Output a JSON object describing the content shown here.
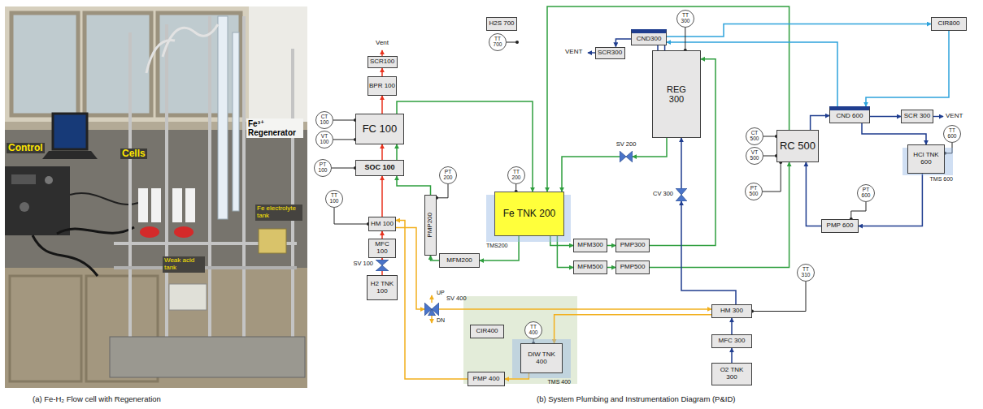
{
  "diagram": {
    "nodes": [
      {
        "text": [
          "H2S 700"
        ]
      },
      {
        "text": [
          "TT 700"
        ]
      },
      {
        "text": [
          "TT 300"
        ]
      },
      {
        "text": [
          "CND300"
        ]
      },
      {
        "text": [
          "SCR300"
        ]
      },
      {
        "text": [
          "REG 300"
        ]
      },
      {
        "text": [
          "CIR800"
        ]
      },
      {
        "text": [
          "SCR100"
        ]
      },
      {
        "text": [
          "BPR 100"
        ]
      },
      {
        "text": [
          "CT 100"
        ]
      },
      {
        "text": [
          "VT 100"
        ]
      },
      {
        "text": [
          "FC 100"
        ]
      },
      {
        "text": [
          "SOC 100"
        ]
      },
      {
        "text": [
          "PT 100"
        ]
      },
      {
        "text": [
          "TT 100"
        ]
      },
      {
        "text": [
          "HM 100"
        ]
      },
      {
        "text": [
          "MFC 100"
        ]
      },
      {
        "text": [
          "SV 100"
        ]
      },
      {
        "text": [
          "H2 TNK 100"
        ]
      },
      {
        "text": [
          "PT 200"
        ]
      },
      {
        "text": [
          "PMP200"
        ]
      },
      {
        "text": [
          "MFM200"
        ]
      },
      {
        "text": [
          "TT 200"
        ]
      },
      {
        "text": [
          "TMS200"
        ]
      },
      {
        "text": [
          "Fe TNK 200"
        ],
        "in": 23
      },
      {
        "text": [
          "SV 200"
        ]
      },
      {
        "text": [
          "CV 300"
        ]
      },
      {
        "text": [
          "MFM300"
        ]
      },
      {
        "text": [
          "PMP300"
        ]
      },
      {
        "text": [
          "MFM500"
        ]
      },
      {
        "text": [
          "PMP500"
        ]
      },
      {
        "text": [
          "CND 600"
        ]
      },
      {
        "text": [
          "SCR 300"
        ]
      },
      {
        "text": [
          "TT 600"
        ]
      },
      {
        "text": [
          "CT 500"
        ]
      },
      {
        "text": [
          "VT 500"
        ]
      },
      {
        "text": [
          "RC 500"
        ]
      },
      {
        "text": [
          "PT 500"
        ]
      },
      {
        "text": [
          "PT 600"
        ]
      },
      {
        "text": [
          "TMS 600"
        ]
      },
      {
        "text": [
          "HCl TNK 600"
        ],
        "in": 39
      },
      {
        "text": [
          "PMP 600"
        ]
      },
      {
        "text": [
          "TT 310"
        ]
      },
      {
        "text": [
          "SV 400"
        ]
      },
      {
        "text": [
          "CIR400"
        ]
      },
      {
        "text": [
          "TT 400"
        ]
      },
      {
        "text": [
          "TMS 400"
        ]
      },
      {
        "text": [
          "DIW TNK 400"
        ],
        "in": 46
      },
      {
        "text": [
          "PMP 400"
        ]
      },
      {
        "text": [
          "HM 300"
        ]
      },
      {
        "text": [
          "MFC 300"
        ]
      },
      {
        "text": [
          "O2 TNK 300"
        ]
      }
    ],
    "edges": [
      {
        "from": 18,
        "to": 17,
        "arrow": "none"
      },
      {
        "from": 17,
        "to": 16,
        "arrow": "to"
      },
      {
        "from": 16,
        "to": 15,
        "arrow": "to"
      },
      {
        "from": 15,
        "to": 12,
        "arrow": "to"
      },
      {
        "from": 12,
        "to": 11,
        "arrow": "to"
      },
      {
        "from": 11,
        "to": 8,
        "arrow": "to"
      },
      {
        "from": 8,
        "to": 7,
        "arrow": "to"
      },
      {
        "from": 12,
        "to": 11,
        "arrow": "to"
      },
      {
        "from": 11,
        "to": 24,
        "arrow": "to"
      },
      {
        "from": 24,
        "to": 21,
        "arrow": "to"
      },
      {
        "from": 21,
        "to": 20,
        "arrow": "to"
      },
      {
        "from": 20,
        "to": 12,
        "arrow": "to"
      },
      {
        "from": 24,
        "to": 27,
        "arrow": "to"
      },
      {
        "from": 27,
        "to": 28,
        "arrow": "to"
      },
      {
        "from": 28,
        "to": 5,
        "arrow": "to"
      },
      {
        "from": 24,
        "to": 29,
        "arrow": "to"
      },
      {
        "from": 29,
        "to": 30,
        "arrow": "to"
      },
      {
        "from": 30,
        "to": 36,
        "arrow": "to"
      },
      {
        "from": 5,
        "to": 25,
        "arrow": "to"
      },
      {
        "from": 25,
        "to": 24,
        "arrow": "to"
      },
      {
        "from": 36,
        "to": 24,
        "arrow": "to"
      },
      {
        "from": 5,
        "to": 3,
        "arrow": "none"
      },
      {
        "from": 3,
        "to": 5,
        "arrow": "none"
      },
      {
        "from": 3,
        "to": 4,
        "arrow": "to"
      },
      {
        "from": 36,
        "to": 31,
        "arrow": "to"
      },
      {
        "from": 31,
        "to": 32,
        "arrow": "to"
      },
      {
        "from": 31,
        "to": 40,
        "arrow": "to"
      },
      {
        "from": 40,
        "to": 41,
        "arrow": "to"
      },
      {
        "from": 41,
        "to": 36,
        "arrow": "to"
      },
      {
        "from": 3,
        "to": 6,
        "arrow": "to"
      },
      {
        "from": 6,
        "to": 31,
        "arrow": "to"
      },
      {
        "from": 31,
        "to": 3,
        "arrow": "to"
      },
      {
        "from": 51,
        "to": 50,
        "arrow": "to"
      },
      {
        "from": 50,
        "to": 49,
        "arrow": "to"
      },
      {
        "from": 49,
        "to": 26,
        "arrow": "to"
      },
      {
        "from": 26,
        "to": 5,
        "arrow": "to"
      },
      {
        "from": 47,
        "to": 48,
        "arrow": "to"
      },
      {
        "from": 48,
        "to": 15,
        "arrow": "to"
      },
      {
        "from": 15,
        "to": 43,
        "arrow": "to"
      },
      {
        "from": 43,
        "to": 49,
        "arrow": "to"
      },
      {
        "from": 49,
        "to": 47,
        "arrow": "to"
      },
      {
        "from": 9,
        "to": 11,
        "arrow": "none"
      },
      {
        "from": 10,
        "to": 11,
        "arrow": "none"
      },
      {
        "from": 13,
        "to": 12,
        "arrow": "none"
      },
      {
        "from": 14,
        "to": 15,
        "arrow": "none"
      },
      {
        "from": 19,
        "to": 20,
        "arrow": "none"
      },
      {
        "from": 22,
        "to": 24,
        "arrow": "none"
      },
      {
        "from": 2,
        "to": 5,
        "arrow": "none"
      },
      {
        "from": 34,
        "to": 36,
        "arrow": "none"
      },
      {
        "from": 35,
        "to": 36,
        "arrow": "none"
      },
      {
        "from": 37,
        "to": 36,
        "arrow": "none"
      },
      {
        "from": 33,
        "to": 40,
        "arrow": "none"
      },
      {
        "from": 38,
        "to": 41,
        "arrow": "none"
      },
      {
        "from": 45,
        "to": 47,
        "arrow": "none"
      },
      {
        "from": 42,
        "to": 49,
        "arrow": "none"
      }
    ],
    "labels": [
      "Vent",
      "VENT",
      "VENT",
      "UP",
      "DN",
      "Control",
      "Cells",
      "Fe³⁺ Regenerator",
      "Fe electrolyte tank",
      "Weak acid tank",
      "(a) Fe-H₂ Flow cell with Regeneration",
      "(b) System Plumbing and Instrumentation Diagram (P&ID)"
    ]
  }
}
